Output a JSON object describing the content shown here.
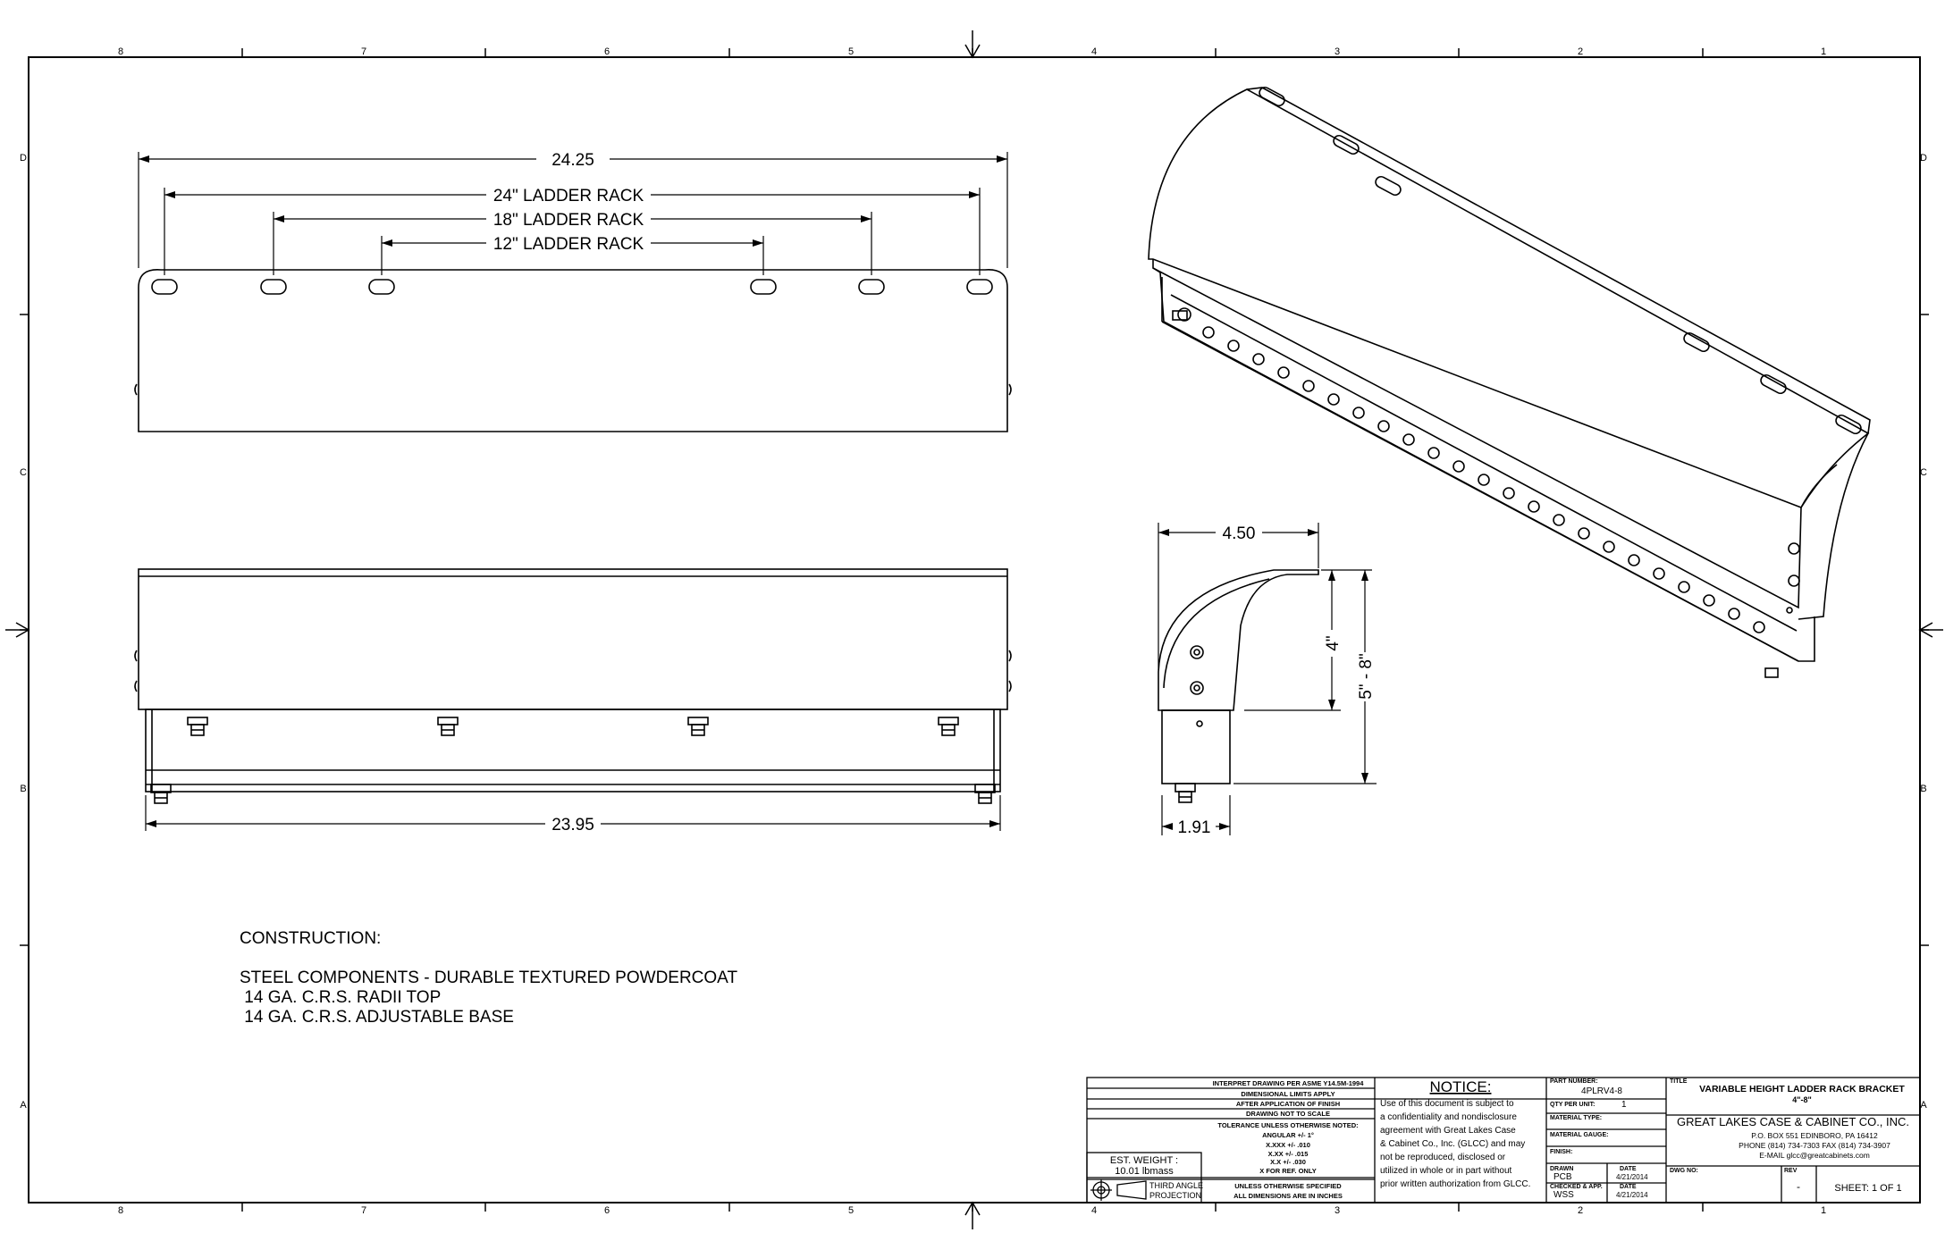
{
  "zones": {
    "columns": [
      "8",
      "7",
      "6",
      "5",
      "4",
      "3",
      "2",
      "1"
    ],
    "rows": [
      "D",
      "C",
      "B",
      "A"
    ]
  },
  "top_view": {
    "overall": "24.25",
    "rack_24": "24\" LADDER RACK",
    "rack_18": "18\" LADDER RACK",
    "rack_12": "12\" LADDER RACK"
  },
  "front_view": {
    "base_width": "23.95"
  },
  "side_view": {
    "depth": "4.50",
    "height": "4\"",
    "range": "5\" - 8\"",
    "base_depth": "1.91"
  },
  "construction": {
    "heading": "CONSTRUCTION:",
    "line1": "STEEL COMPONENTS - DURABLE TEXTURED POWDERCOAT",
    "line2": " 14 GA. C.R.S. RADII TOP",
    "line3": " 14 GA. C.R.S. ADJUSTABLE BASE"
  },
  "title_block": {
    "weight_label": "EST. WEIGHT :",
    "weight_value": "10.01 lbmass",
    "projection_1": "THIRD ANGLE",
    "projection_2": "PROJECTION",
    "interpret": "INTERPRET DRAWING PER ASME Y14.5M-1994",
    "dim_limits": "DIMENSIONAL LIMITS APPLY",
    "after_finish": "AFTER APPLICATION OF FINISH",
    "not_to_scale": "DRAWING NOT TO SCALE",
    "tolerance": "TOLERANCE UNLESS OTHERWISE NOTED:",
    "angular": "ANGULAR +/- 1°",
    "xxxx": "X.XXX +/- .010",
    "xxx": "X.XX +/- .015",
    "xx": "X.X +/- .030",
    "x_ref": "X FOR REF. ONLY",
    "unless": "UNLESS OTHERWISE SPECIFIED",
    "inches": "ALL DIMENSIONS ARE IN INCHES",
    "notice_title": "NOTICE:",
    "notice_lines": [
      "Use of this document is subject to",
      "a confidentiality and nondisclosure",
      "agreement with Great Lakes Case",
      "& Cabinet Co., Inc. (GLCC) and may",
      "not be reproduced, disclosed or",
      "utilized in whole or in part without",
      "prior written authorization from GLCC."
    ],
    "part_number_label": "PART NUMBER:",
    "part_number": "4PLRV4-8",
    "qty_label": "QTY PER UNIT:",
    "qty": "1",
    "material_label": "MATERIAL TYPE:",
    "gauge_label": "MATERIAL GAUGE:",
    "finish_label": "FINISH:",
    "drawn_label": "DRAWN",
    "drawn": "PCB",
    "drawn_date_label": "DATE",
    "drawn_date": "4/21/2014",
    "checked_label": "CHECKED & APP.",
    "checked": "WSS",
    "checked_date_label": "DATE",
    "checked_date": "4/21/2014",
    "title_label": "TITLE",
    "title": "VARIABLE HEIGHT LADDER RACK BRACKET",
    "subtitle": "4\"-8\"",
    "company": "GREAT LAKES CASE & CABINET CO., INC.",
    "address": "P.O. BOX 551 EDINBORO, PA 16412",
    "phone": "PHONE (814) 734-7303 FAX (814) 734-3907",
    "email": "E-MAIL glcc@greatcabinets.com",
    "dwg_label": "DWG NO:",
    "rev_label": "REV",
    "rev": "-",
    "sheet": "SHEET: 1  OF  1"
  }
}
